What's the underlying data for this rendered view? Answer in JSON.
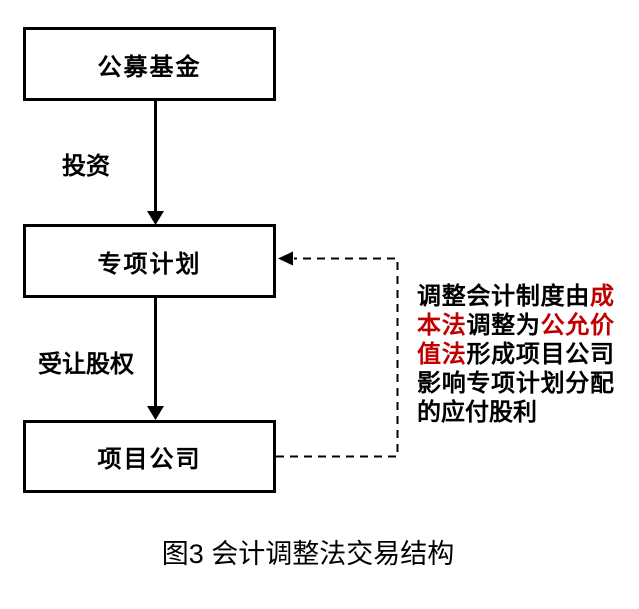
{
  "diagram": {
    "boxes": [
      {
        "id": "public-fund",
        "label": "公募基金"
      },
      {
        "id": "special-plan",
        "label": "专项计划"
      },
      {
        "id": "project-company",
        "label": "项目公司"
      }
    ],
    "edges": [
      {
        "from": "public-fund",
        "to": "special-plan",
        "label": "投资"
      },
      {
        "from": "special-plan",
        "to": "project-company",
        "label": "受让股权"
      }
    ],
    "dashed_connector": {
      "from": "project-company",
      "to": "special-plan",
      "style": "dashed-arrow"
    },
    "annotation": {
      "segments": [
        {
          "text": "调整会计制度由",
          "color": "black"
        },
        {
          "text": "成本法",
          "color": "red"
        },
        {
          "text": "调整为",
          "color": "black"
        },
        {
          "text": "公允价值法",
          "color": "red"
        },
        {
          "text": "形成项目公司影响专项计划分配的应付股利",
          "color": "black"
        }
      ]
    },
    "caption": "图3 会计调整法交易结构",
    "colors": {
      "text": "#000000",
      "line": "#000000",
      "highlight": "#c00000",
      "background": "#ffffff"
    }
  }
}
